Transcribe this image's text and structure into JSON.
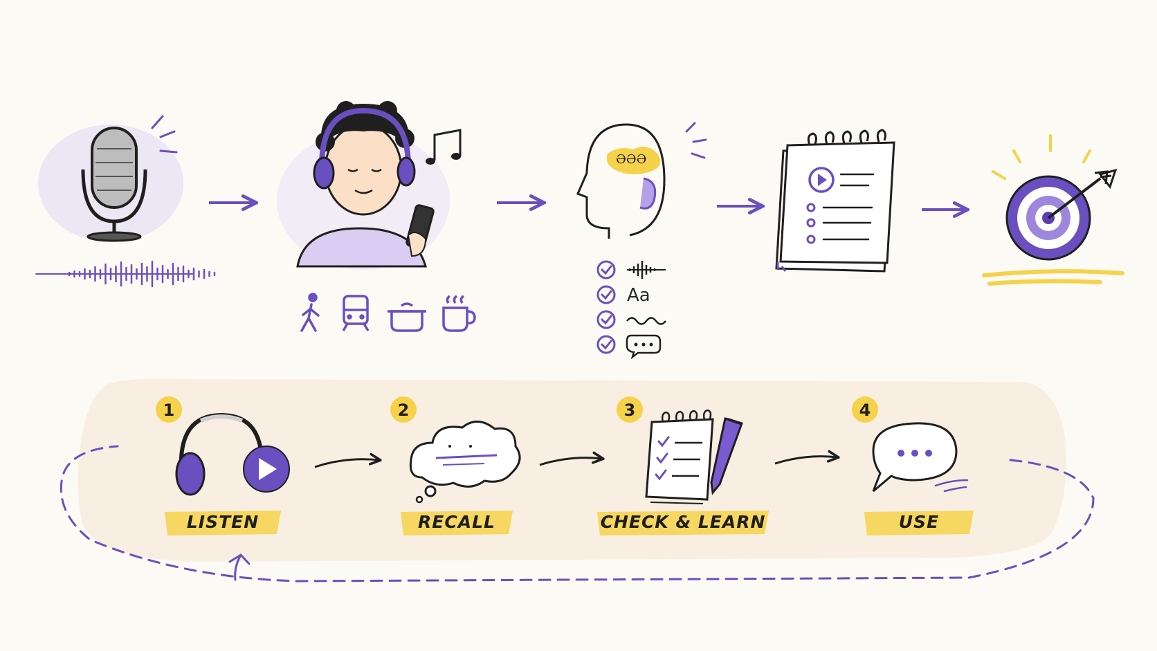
{
  "colors": {
    "ink": "#1f1f1f",
    "purple": "#6a4fc0",
    "purple_light": "#d9cdf3",
    "yellow": "#f6d24a",
    "background": "#fcfaf5",
    "panel": "#f8f0e4",
    "skin": "#fbe0c7"
  },
  "top_row": {
    "icons": [
      "microphone-icon",
      "headphone-listener-icon",
      "head-ear-icon",
      "notepad-icon",
      "target-icon"
    ],
    "context_icons": [
      "walking-person-icon",
      "train-icon",
      "cooking-pot-icon",
      "coffee-cup-icon"
    ],
    "brain_text": "ƏƏƏ",
    "checklist": [
      {
        "icon": "waveform-icon",
        "text": ""
      },
      {
        "icon": "letters-icon",
        "text": "Aa"
      },
      {
        "icon": "squiggle-icon",
        "text": ""
      },
      {
        "icon": "speech-dots-icon",
        "text": ""
      }
    ]
  },
  "cycle": {
    "steps": [
      {
        "number": "1",
        "label": "LISTEN",
        "icon": "headphones-play-icon"
      },
      {
        "number": "2",
        "label": "RECALL",
        "icon": "thought-cloud-icon"
      },
      {
        "number": "3",
        "label": "CHECK & LEARN",
        "icon": "notepad-pen-icon"
      },
      {
        "number": "4",
        "label": "USE",
        "icon": "speech-bubble-icon"
      }
    ]
  }
}
